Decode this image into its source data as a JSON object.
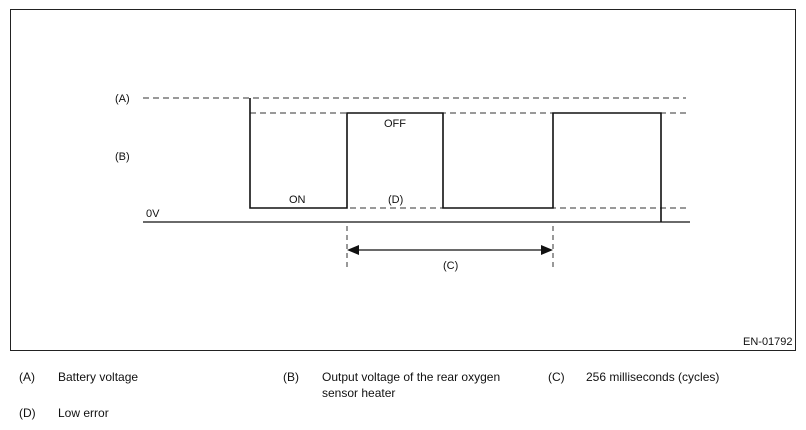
{
  "figure": {
    "code": "EN-01792",
    "level_labels": {
      "a": "(A)",
      "b": "(B)",
      "zero": "0V"
    },
    "signal_labels": {
      "on": "ON",
      "off": "OFF",
      "d": "(D)"
    },
    "period_label": "(C)"
  },
  "legend": [
    {
      "key": "(A)",
      "text": "Battery voltage"
    },
    {
      "key": "(B)",
      "text": "Output voltage of the rear oxygen sensor heater"
    },
    {
      "key": "(C)",
      "text": "256 milliseconds (cycles)"
    },
    {
      "key": "(D)",
      "text": "Low error"
    }
  ]
}
